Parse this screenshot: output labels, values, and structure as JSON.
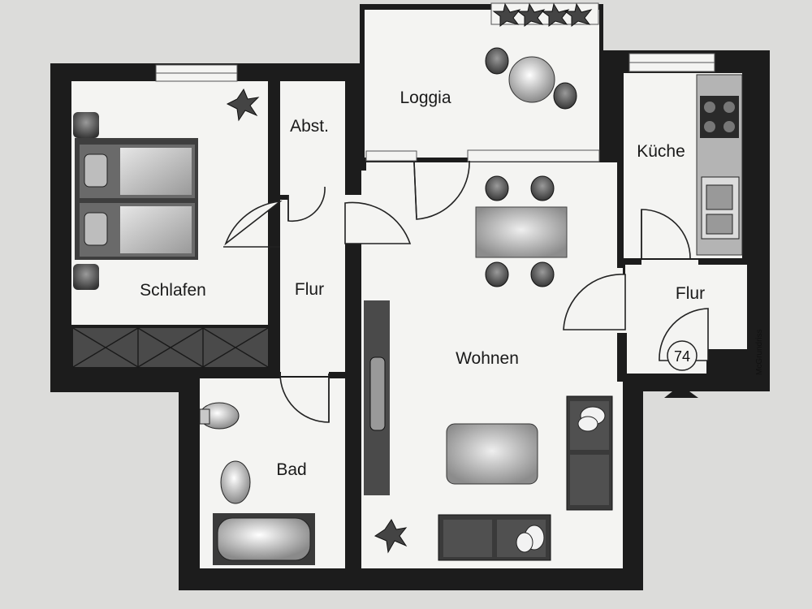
{
  "rooms": {
    "schlafen": "Schlafen",
    "abstellraum": "Abst.",
    "loggia": "Loggia",
    "kueche": "Küche",
    "flur_left": "Flur",
    "flur_right": "Flur",
    "wohnen": "Wohnen",
    "bad": "Bad"
  },
  "unit_number": "74",
  "credit": "McGrundriss",
  "colors": {
    "wall": "#1c1c1c",
    "floor": "#f4f4f2",
    "paper": "#dcdcda",
    "furniture_dark": "#4a4a4a",
    "furniture_mid": "#8a8a8a",
    "furniture_light": "#c8c8c8"
  }
}
